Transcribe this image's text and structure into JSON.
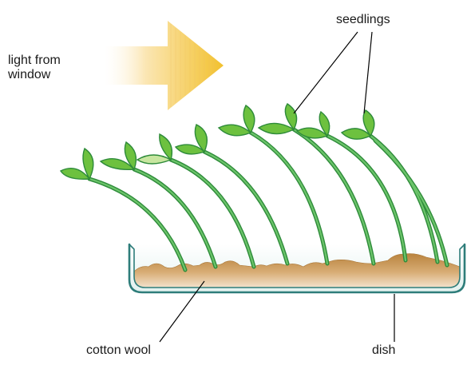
{
  "labels": {
    "light_line1": "light from",
    "light_line2": "window",
    "seedlings": "seedlings",
    "cotton_wool": "cotton wool",
    "dish": "dish"
  },
  "colors": {
    "arrow_tip": "#f2c12e",
    "arrow_fade": "#fdf3d8",
    "leaf_fill": "#6dc13f",
    "leaf_edge": "#2e8b3a",
    "leaf_pale": "#c8e6a0",
    "stem": "#3aa655",
    "cotton_top": "#b9833e",
    "cotton_bottom": "#f0dcc4",
    "dish_stroke": "#2e7d7a",
    "line": "#000000"
  },
  "seedling_count": 9
}
